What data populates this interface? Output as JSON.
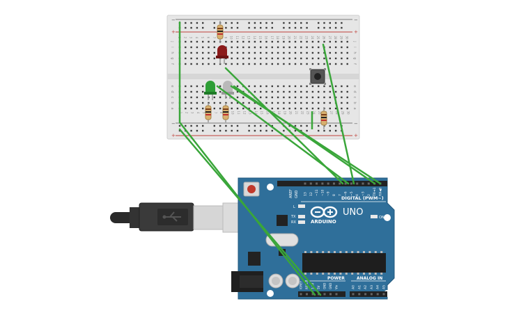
{
  "breadboard": {
    "column_numbers": [
      "1",
      "2",
      "3",
      "4",
      "5",
      "6",
      "7",
      "8",
      "9",
      "10",
      "11",
      "12",
      "13",
      "14",
      "15",
      "16",
      "17",
      "18",
      "19",
      "20",
      "21",
      "22",
      "23",
      "24",
      "25",
      "26",
      "27",
      "28",
      "29",
      "30"
    ],
    "row_letters_top": [
      "j",
      "i",
      "h",
      "g",
      "f"
    ],
    "row_letters_bottom": [
      "e",
      "d",
      "c",
      "b",
      "a"
    ],
    "rail_minus": "−",
    "rail_plus": "+"
  },
  "components": {
    "led_red_color": "#8b1a1a",
    "led_green_color": "#2e9e36",
    "led_white_color": "#b9b9b9",
    "wire_color": "#3aa63a",
    "resistor_color": "#d8b070"
  },
  "arduino": {
    "board_color": "#2f6f9a",
    "logo_text": "ARDUINO",
    "model_text": "UNO",
    "digital_label": "DIGITAL (PWM~)",
    "power_label": "POWER",
    "analog_label": "ANALOG IN",
    "on_label": "ON",
    "l_label": "L",
    "tx_label": "TX",
    "rx_label": "RX",
    "aref_label": "AREF",
    "gnd_label": "GND",
    "digital_pins": [
      "13",
      "12",
      "~11",
      "~10",
      "~9",
      "8",
      "7",
      "~6",
      "~5",
      "4",
      "~3",
      "2",
      "TX➜1",
      "RX◀0"
    ],
    "power_pins": [
      "IOREF",
      "RESET",
      "3.3V",
      "5V",
      "GND",
      "GND",
      "Vin"
    ],
    "analog_pins": [
      "A0",
      "A1",
      "A2",
      "A3",
      "A4",
      "A5"
    ]
  },
  "usb": {
    "plug_icon": "usb-icon"
  }
}
